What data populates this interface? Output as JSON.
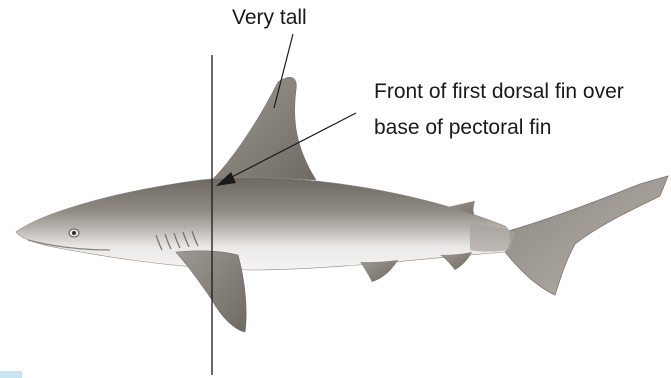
{
  "annotations": {
    "height_label": "Very tall",
    "dorsal_label_line1": "Front of first dorsal fin over",
    "dorsal_label_line2": "base of pectoral fin"
  },
  "colors": {
    "shark_back": "#7b7570",
    "shark_mid": "#a39d97",
    "shark_belly": "#f1f0ee",
    "fin": "#8a847e",
    "line": "#1a1a1a",
    "background": "#ffffff"
  },
  "icons": {
    "illustration": "shark-illustration",
    "arrow": "arrowhead"
  }
}
